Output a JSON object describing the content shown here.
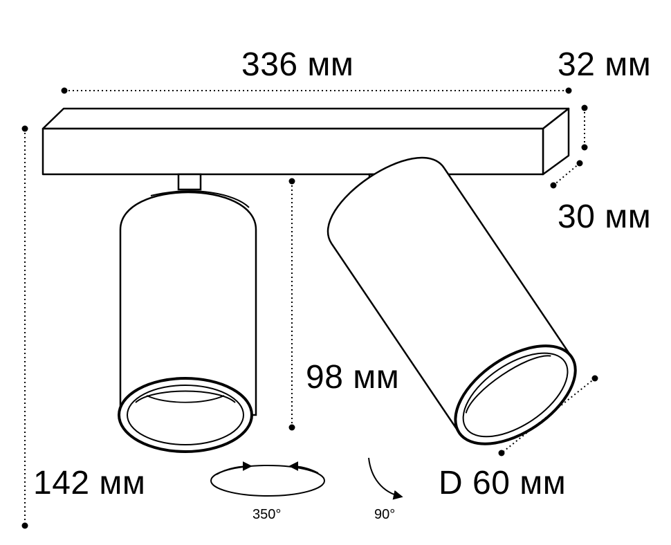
{
  "dimensions": {
    "width": "336 мм",
    "height": "32 мм",
    "depth": "30 мм",
    "lamp_height": "98 мм",
    "total_height": "142 мм",
    "diameter": "D 60 мм"
  },
  "rotation": {
    "horizontal": "350°",
    "vertical": "90°"
  },
  "colors": {
    "line": "#000000",
    "background": "#ffffff"
  }
}
